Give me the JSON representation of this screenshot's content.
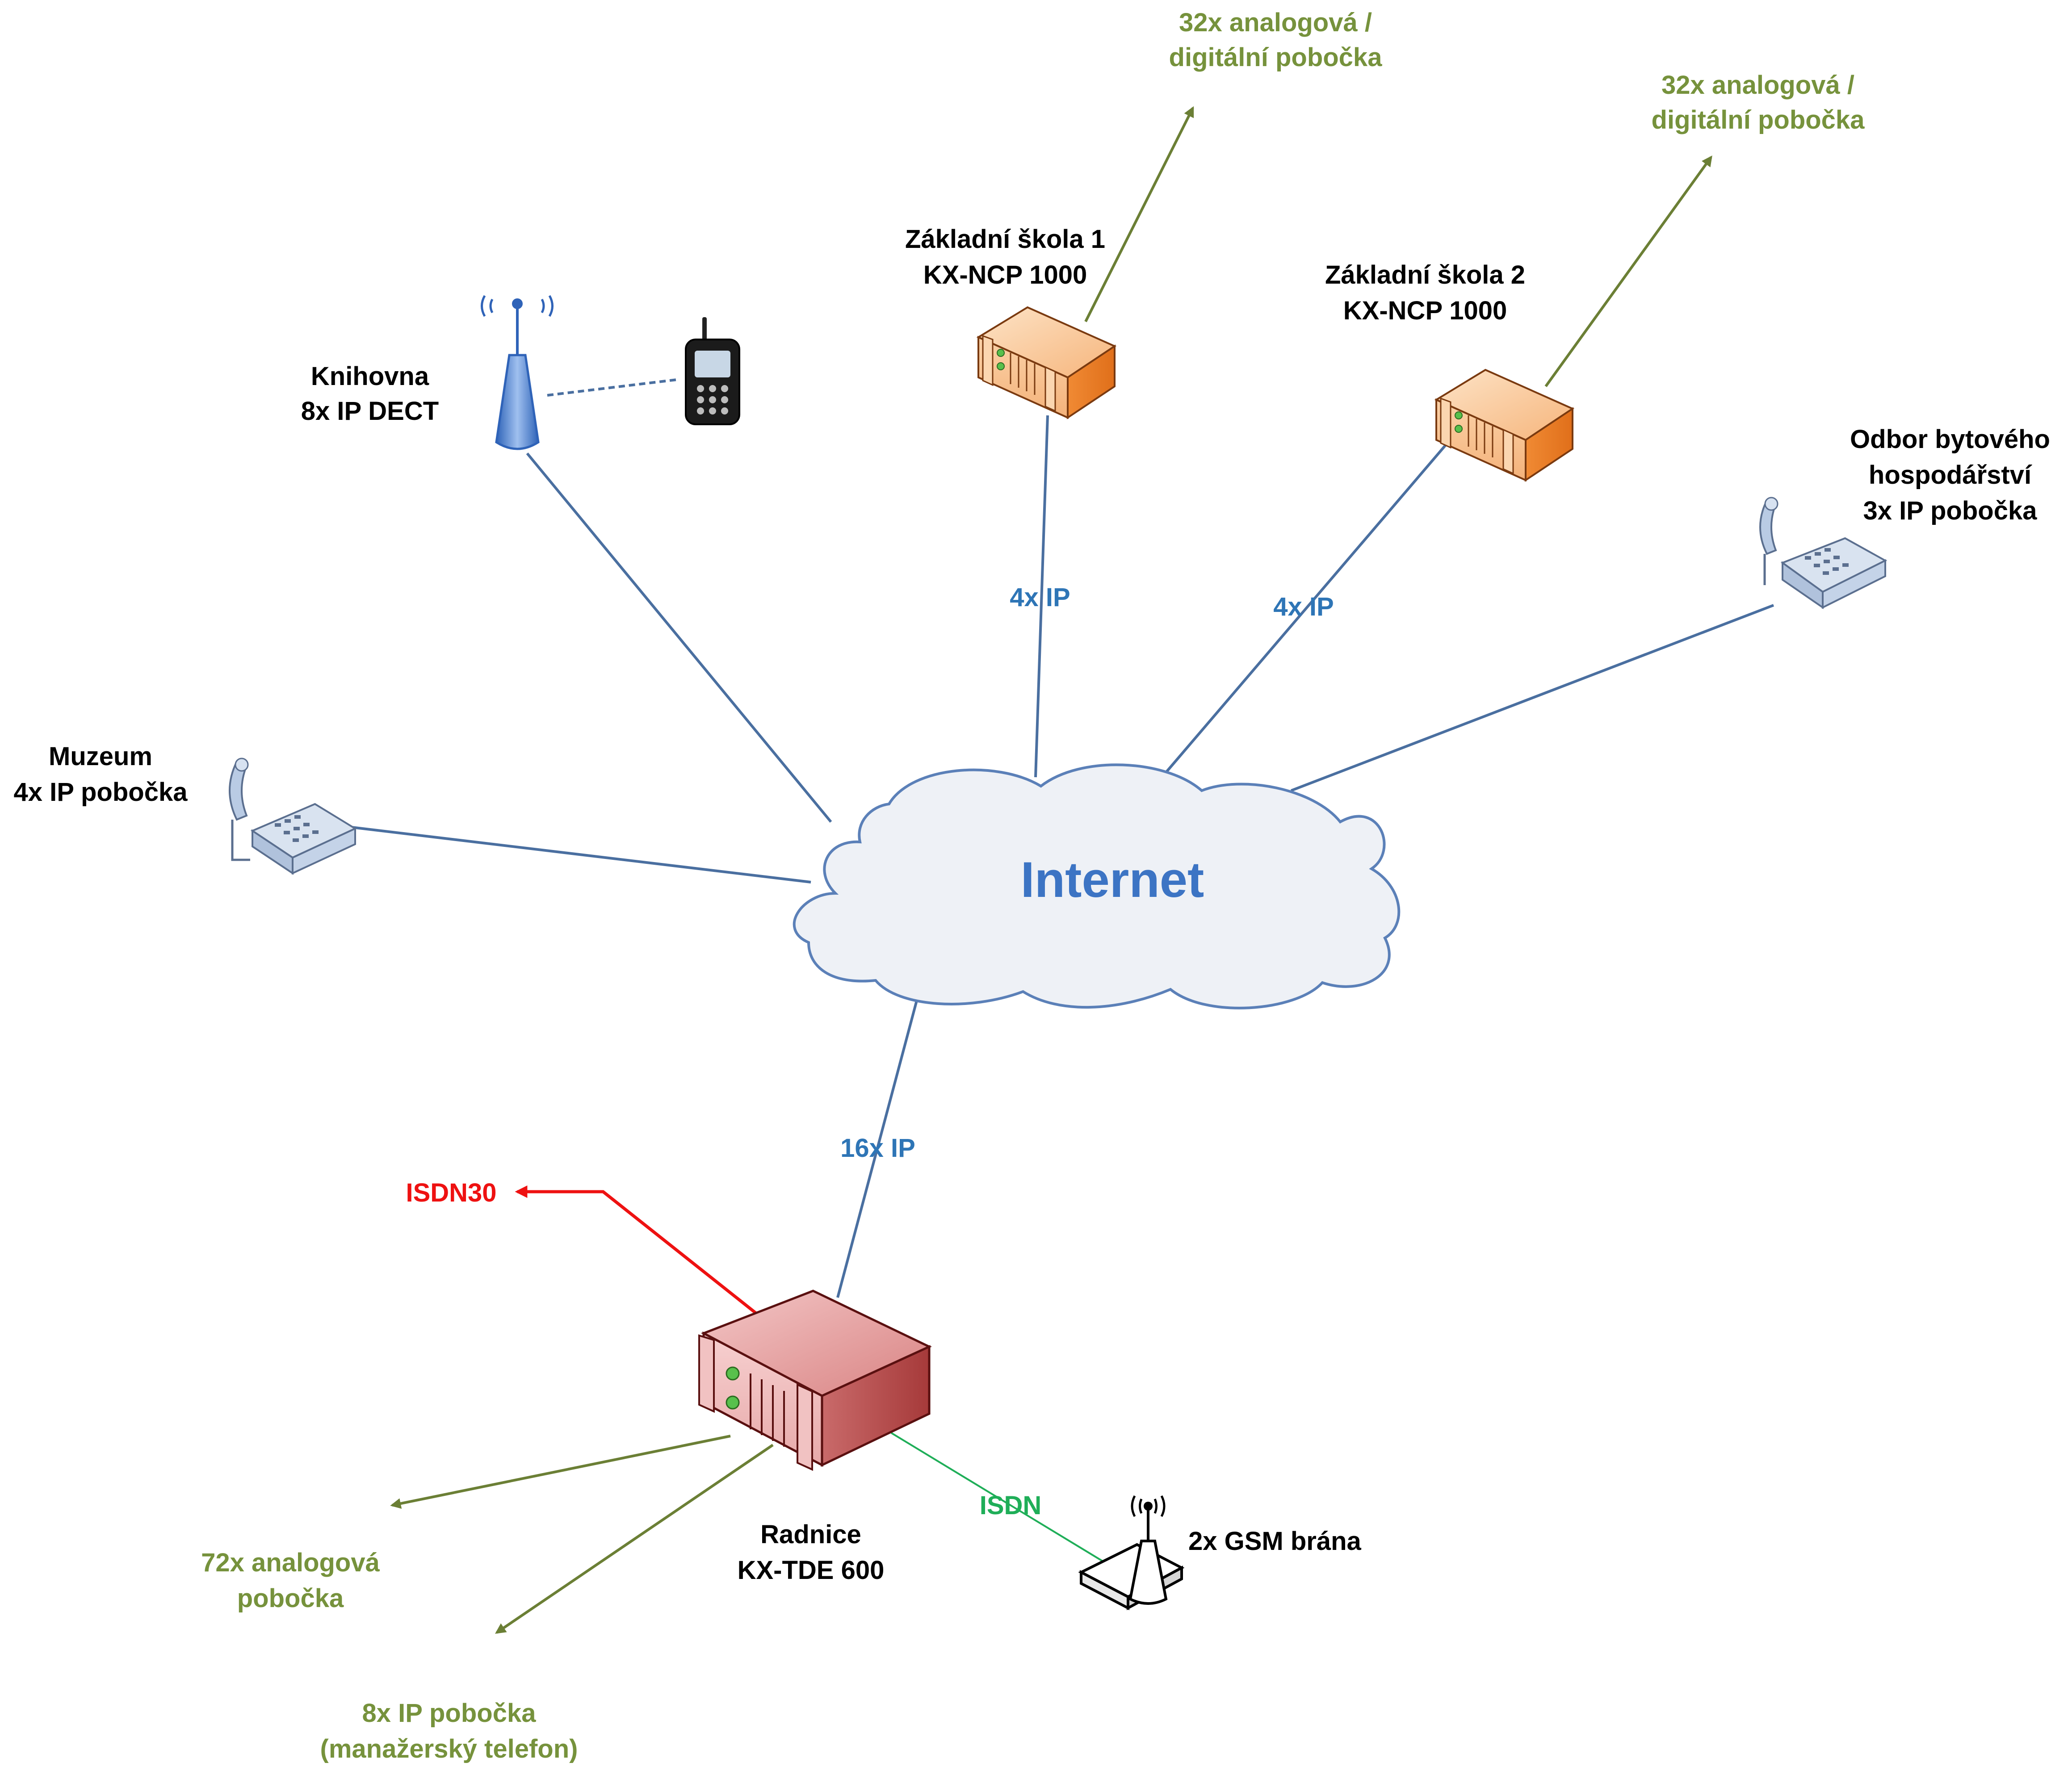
{
  "internet_label": "Internet",
  "nodes": {
    "knihovna": {
      "line1": "Knihovna",
      "line2": "8x IP DECT"
    },
    "skola1": {
      "line1": "Základní škola 1",
      "line2": "KX-NCP 1000"
    },
    "skola2": {
      "line1": "Základní škola 2",
      "line2": "KX-NCP 1000"
    },
    "odbor": {
      "line1": "Odbor bytového",
      "line2": "hospodářství",
      "line3": "3x IP pobočka"
    },
    "muzeum": {
      "line1": "Muzeum",
      "line2": "4x IP pobočka"
    },
    "radnice": {
      "line1": "Radnice",
      "line2": "KX-TDE 600"
    },
    "gsm": {
      "label": "2x GSM brána"
    }
  },
  "branch_labels": {
    "skola1_ext": {
      "line1": "32x analogová /",
      "line2": "digitální pobočka"
    },
    "skola2_ext": {
      "line1": "32x analogová /",
      "line2": "digitální pobočka"
    },
    "radnice_analog": {
      "line1": "72x analogová",
      "line2": "pobočka"
    },
    "radnice_ip": {
      "line1": "8x IP pobočka",
      "line2": "(manažerský telefon)"
    }
  },
  "link_labels": {
    "skola1_ip": "4x IP",
    "skola2_ip": "4x IP",
    "radnice_ip": "16x IP",
    "isdn30": "ISDN30",
    "isdn_gsm": "ISDN"
  },
  "colors": {
    "network_line": "#4a6fa0",
    "external_line": "#6b7f35",
    "isdn30_line": "#ee1111",
    "isdn_line": "#1fae58",
    "cloud_fill": "#eef1f6",
    "cloud_stroke": "#5b80b8",
    "pbx_orange": "#f39a4a",
    "pbx_red": "#c85a5a"
  }
}
